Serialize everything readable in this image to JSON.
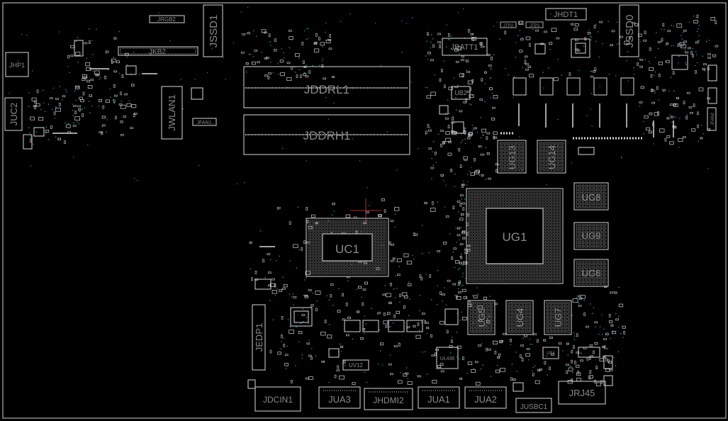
{
  "labels": {
    "jrgb2": "JRGB2",
    "jssd1": "JSSD1",
    "jhdt1": "JHDT1",
    "jssd0": "JSSD0",
    "jhp1": "JHP1",
    "jkb2": "JKB2",
    "jddrl1": "JDDRL1",
    "jddrh1": "JDDRH1",
    "jbatt1": "JBATT1",
    "jtp2": "JTP2",
    "jtp3": "JTP3",
    "ub2": "UB2",
    "juc2": "JUC2",
    "jwlan1": "JWLAN1",
    "jfan1": "JFAN1",
    "jfan2": "JFAN2",
    "ug13": "UG13",
    "ug14": "UG14",
    "ug8": "UG8",
    "ug9": "UG9",
    "ug6": "UG6",
    "ug1": "UG1",
    "uc1": "UC1",
    "ug5": "UG5",
    "ug4": "UG4",
    "ug7": "UG7",
    "jedp1": "JEDP1",
    "uv12": "UV12",
    "ul436": "UL436",
    "ub4": "UB4",
    "jdcin1": "JDCIN1",
    "jua3": "JUA3",
    "jhdmi2": "JHDMI2",
    "jua1": "JUA1",
    "jua2": "JUA2",
    "jusbc1": "JUSBC1",
    "jrj45": "JRJ45"
  },
  "colors": {
    "background": "#000000",
    "outline": "#d8d8d8",
    "label": "#8a8a8a",
    "chip_label": "#b0b0b0",
    "via": "#2f8f86",
    "cursor": "#e04040"
  }
}
